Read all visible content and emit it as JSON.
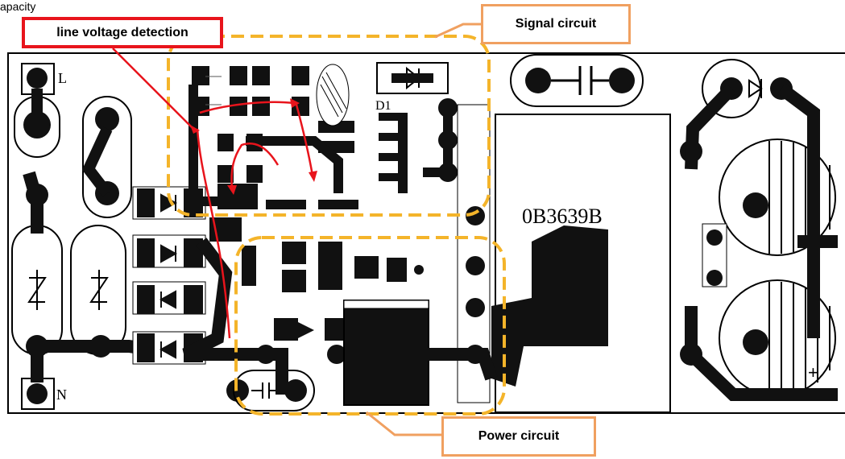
{
  "callouts": {
    "line_voltage": "line voltage detection",
    "signal": "Signal circuit",
    "power": "Power circuit"
  },
  "labels": {
    "L": "L",
    "N": "N",
    "D1": "D1",
    "ic": "0B3639B",
    "plus": "+"
  },
  "partial_top_text": "apacity"
}
